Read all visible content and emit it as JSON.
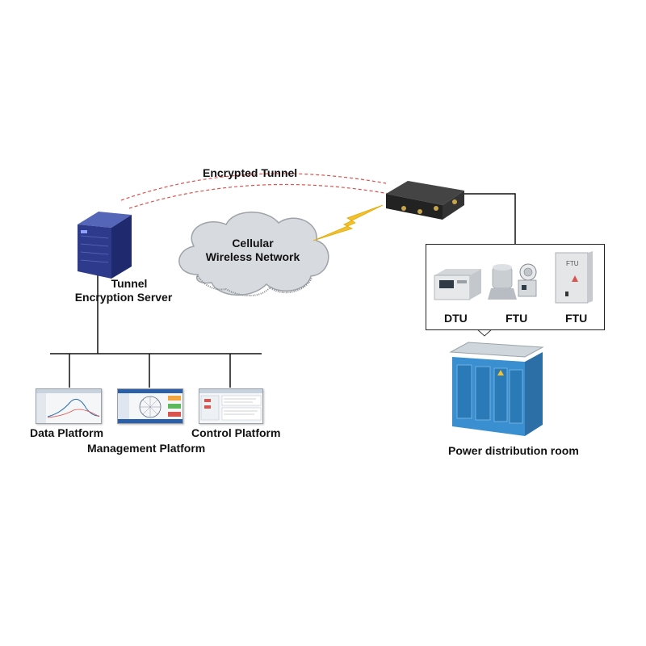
{
  "tunnel": {
    "label": "Encrypted Tunnel"
  },
  "network": {
    "line1": "Cellular",
    "line2": "Wireless Network"
  },
  "server": {
    "line1": "Tunnel",
    "line2": "Encryption Server"
  },
  "platforms": {
    "data": "Data Platform",
    "management": "Management Platform",
    "control": "Control Platform"
  },
  "equipment": {
    "dtu": "DTU",
    "ftu1": "FTU",
    "ftu2": "FTU"
  },
  "room": {
    "label": "Power distribution room"
  },
  "colors": {
    "tunnel_line": "#d9534f",
    "lightning": "#f2c12e",
    "cloud": "#d7dade",
    "server": "#2e3a8c",
    "cabinet": "#3a8fd0"
  }
}
